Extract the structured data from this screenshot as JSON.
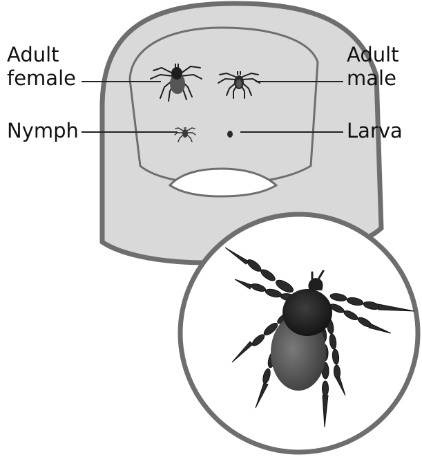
{
  "labels": {
    "adult_female": {
      "line1": "Adult",
      "line2": "female"
    },
    "adult_male": {
      "line1": "Adult",
      "line2": "male"
    },
    "nymph": "Nymph",
    "larva": "Larva"
  },
  "colors": {
    "finger_fill": "#d9d9d9",
    "finger_outline": "#6e6e6e",
    "tick_dark": "#2a2a2a",
    "tick_body": "#555555",
    "leader_line": "#222222"
  }
}
